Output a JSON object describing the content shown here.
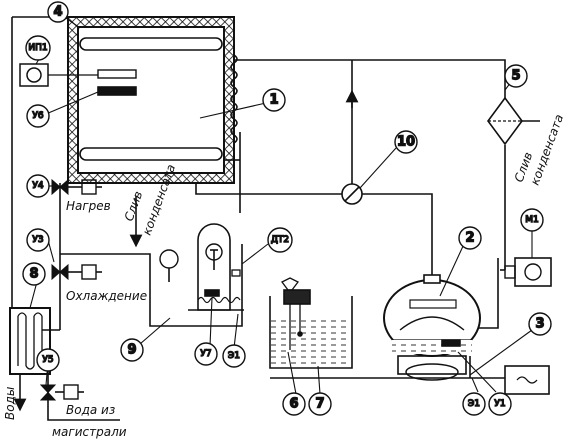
{
  "callouts": {
    "c1": "1",
    "c2": "2",
    "c3": "3",
    "c4": "4",
    "c5": "5",
    "c6": "6",
    "c7": "7",
    "c8": "8",
    "c9": "9",
    "c10": "10",
    "ip1": "ИП1",
    "u1": "У1",
    "u3": "У3",
    "u4": "У4",
    "u5": "У5",
    "u6": "У6",
    "u7": "У7",
    "m1": "М1",
    "dt2": "ДТ2",
    "e1a": "Э1",
    "e1b": "Э1"
  },
  "labels": {
    "heating": "Нагрев",
    "cooling": "Охлаждение",
    "condensate_drain_1_line1": "Слив",
    "condensate_drain_1_line2": "конденсата",
    "condensate_drain_2_line1": "Слив",
    "condensate_drain_2_line2": "конденсата",
    "water": "Воды",
    "water_in_line1": "Вода из",
    "water_in_line2": "магистрали"
  }
}
